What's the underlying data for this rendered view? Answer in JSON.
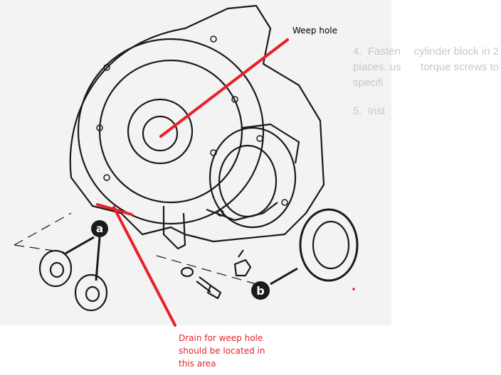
{
  "annotations": {
    "weep_hole": "Weep hole",
    "drain_note": "Drain for weep hole should be located in this area"
  },
  "diagram_labels": {
    "a": "a",
    "b": "b"
  },
  "bleed_through": [
    "4.  Fasten",
    "cylinder block in 2",
    "places. us",
    "torque screws to",
    "specifi",
    "5.  Inst"
  ],
  "colors": {
    "annotation": "#e8202a",
    "scan_bg": "#f3f3f3",
    "ink": "#1a1a1a"
  }
}
